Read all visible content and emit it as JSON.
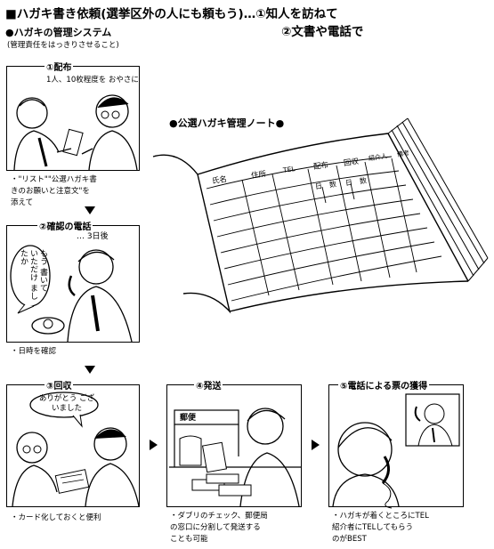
{
  "title": {
    "main": "■ハガキ書き依頼(選挙区外の人にも頼もう)…",
    "opt1": "①知人を訪ねて",
    "opt2": "②文書や電話で"
  },
  "system": {
    "heading": "●ハガキの管理システム",
    "subheading": "(管理責任をはっきりさせること)"
  },
  "notebook": {
    "heading": "●公選ハガキ管理ノート●",
    "columns": [
      "氏名",
      "住所",
      "TEL",
      "配布",
      "回収",
      "紹介人",
      "備考"
    ],
    "subcolumns": [
      "日",
      "数",
      "日",
      "数"
    ]
  },
  "panels": [
    {
      "label": "①配布",
      "speech": "1人、10枚程度を おやさに",
      "caption": [
        "・\"リスト\"\"公選ハガキ書",
        "きのお願いと注意文\"を",
        "添えて"
      ]
    },
    {
      "label": "②確認の電話",
      "speech": "もう 書いて いただけ ましたか",
      "note": "… 3日後",
      "caption": [
        "・日時を確認"
      ]
    },
    {
      "label": "③回収",
      "speech": "ありがとう ございました",
      "caption": [
        "・カード化しておくと便利"
      ]
    },
    {
      "label": "④発送",
      "sign": "郵便",
      "caption": [
        "・ダブリのチェック、郵便局",
        "の窓口に分割して発送する",
        "ことも可能"
      ]
    },
    {
      "label": "⑤電話による票の獲得",
      "caption": [
        "・ハガキが着くところにTEL",
        "紹介者にTELしてもらう",
        "のがBEST"
      ]
    }
  ]
}
